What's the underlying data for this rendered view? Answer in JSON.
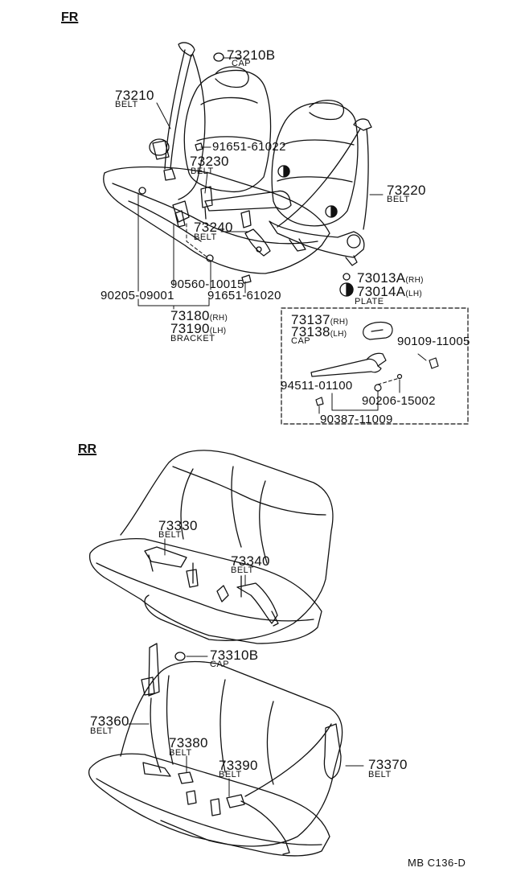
{
  "sections": {
    "front": "FR",
    "rear": "RR"
  },
  "front": {
    "cap_73210B": {
      "number": "73210B",
      "label": "CAP"
    },
    "belt_73210": {
      "number": "73210",
      "label": "BELT"
    },
    "bolt_91651_61022": "91651-61022",
    "belt_73230": {
      "number": "73230",
      "label": "BELT"
    },
    "belt_73220": {
      "number": "73220",
      "label": "BELT"
    },
    "belt_73240": {
      "number": "73240",
      "label": "BELT"
    },
    "plate": {
      "rh": "73013A",
      "rh_side": "(RH)",
      "lh": "73014A",
      "lh_side": "(LH)",
      "label": "PLATE"
    },
    "bolt_90205_09001": "90205-09001",
    "bolt_90560_10015": "90560-10015",
    "bolt_91651_61020": "91651-61020",
    "bracket": {
      "rh": "73180",
      "rh_side": "(RH)",
      "lh": "73190",
      "lh_side": "(LH)",
      "label": "BRACKET"
    },
    "detail": {
      "cap_rh": "73137",
      "cap_rh_side": "(RH)",
      "cap_lh": "73138",
      "cap_lh_side": "(LH)",
      "cap_label": "CAP",
      "p90109": "90109-11005",
      "p94511": "94511-01100",
      "p90206": "90206-15002",
      "p90387": "90387-11009"
    }
  },
  "rear": {
    "belt_73330": {
      "number": "73330",
      "label": "BELT"
    },
    "belt_73340": {
      "number": "73340",
      "label": "BELT"
    },
    "cap_73310B": {
      "number": "73310B",
      "label": "CAP"
    },
    "belt_73360": {
      "number": "73360",
      "label": "BELT"
    },
    "belt_73380": {
      "number": "73380",
      "label": "BELT"
    },
    "belt_73390": {
      "number": "73390",
      "label": "BELT"
    },
    "belt_73370": {
      "number": "73370",
      "label": "BELT"
    }
  },
  "footer_code": "MB  C136-D"
}
